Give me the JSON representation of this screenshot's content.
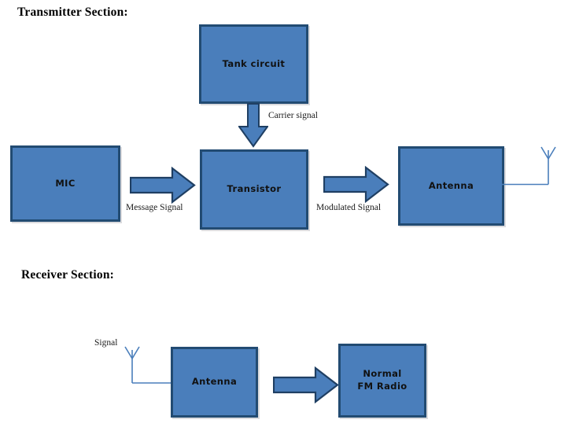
{
  "diagram": {
    "type": "block-diagram",
    "title_transmitter": "Transmitter Section:",
    "title_receiver": "Receiver Section:",
    "colors": {
      "block_fill": "#4a7ebb",
      "block_border": "#224b72",
      "arrow_fill": "#4a7ebb",
      "arrow_border": "#1f3f63",
      "antenna_line": "#4a7ebb",
      "text": "#111111",
      "background": "#ffffff"
    },
    "transmitter": {
      "blocks": [
        {
          "id": "tank",
          "label": "Tank circuit"
        },
        {
          "id": "mic",
          "label": "MIC"
        },
        {
          "id": "transistor",
          "label": "Transistor"
        },
        {
          "id": "antenna",
          "label": "Antenna"
        }
      ],
      "connections": [
        {
          "id": "carrier",
          "label": "Carrier signal",
          "from": "tank",
          "to": "transistor",
          "direction": "down"
        },
        {
          "id": "message",
          "label": "Message Signal",
          "from": "mic",
          "to": "transistor",
          "direction": "right"
        },
        {
          "id": "modulated",
          "label": "Modulated Signal",
          "from": "transistor",
          "to": "antenna",
          "direction": "right"
        }
      ],
      "antenna_symbol": "antenna-icon"
    },
    "receiver": {
      "blocks": [
        {
          "id": "antenna",
          "label": "Antenna"
        },
        {
          "id": "fm_radio",
          "label_line1": "Normal",
          "label_line2": "FM Radio"
        }
      ],
      "connections": [
        {
          "id": "signal",
          "label": "Signal",
          "from": "antenna-symbol",
          "to": "antenna",
          "direction": "right"
        },
        {
          "id": "to_radio",
          "label": "",
          "from": "antenna",
          "to": "fm_radio",
          "direction": "right"
        }
      ],
      "antenna_symbol": "antenna-icon"
    }
  }
}
